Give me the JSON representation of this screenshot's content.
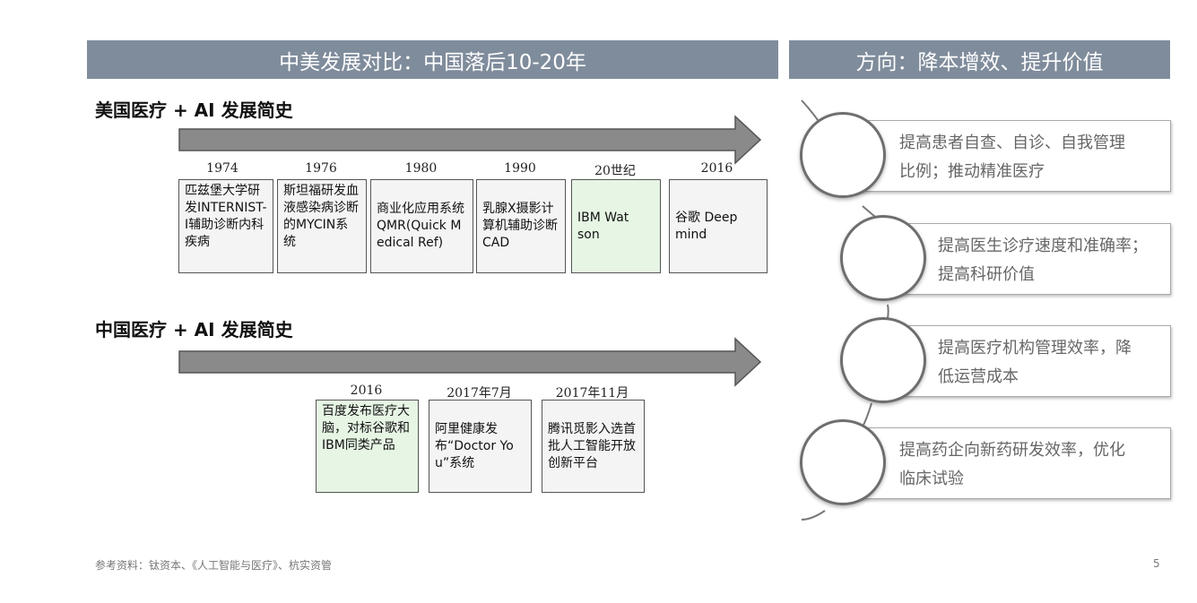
{
  "header": {
    "left_banner": "中美发展对比：中国落后10-20年",
    "right_banner": "方向：降本增效、提升价值"
  },
  "us_timeline": {
    "title": "美国医疗 + AI 发展简史",
    "items": [
      {
        "year": "1974",
        "text": "匹兹堡大学研发INTERNIST-I辅助诊断内科疾病",
        "highlight": false
      },
      {
        "year": "1976",
        "text": "斯坦福研发血液感染病诊断的MYCIN系统",
        "highlight": false
      },
      {
        "year": "1980",
        "text": "商业化应用系统QMR(Quick Medical Ref)",
        "highlight": false
      },
      {
        "year": "1990",
        "text": "乳腺X摄影计算机辅助诊断CAD",
        "highlight": false
      },
      {
        "year": "20世纪",
        "text": "IBM Watson",
        "highlight": true
      },
      {
        "year": "2016",
        "text": "谷歌 Deepmind",
        "highlight": false
      }
    ]
  },
  "cn_timeline": {
    "title": "中国医疗 + AI 发展简史",
    "items": [
      {
        "year": "2016",
        "text": "百度发布医疗大脑，对标谷歌和IBM同类产品",
        "highlight": true
      },
      {
        "year": "2017年7月",
        "text": "阿里健康发布“Doctor You”系统",
        "highlight": false
      },
      {
        "year": "2017年11月",
        "text": "腾讯觅影入选首批人工智能开放创新平台",
        "highlight": false
      }
    ]
  },
  "directions": [
    {
      "line1": "提高患者自查、自诊、自我管理",
      "line2": "比例；推动精准医疗"
    },
    {
      "line1": "提高医生诊疗速度和准确率；",
      "line2": "提高科研价值"
    },
    {
      "line1": "提高医疗机构管理效率，降",
      "line2": "低运营成本"
    },
    {
      "line1": "提高药企向新药研发效率，优化",
      "line2": "临床试验"
    }
  ],
  "footer": {
    "source": "参考资料：钛资本、《人工智能与医疗》、杭实资管",
    "page": "5"
  },
  "colors": {
    "banner": "#7f8c9c",
    "arrow": "#8a8a8a",
    "highlight_box": "#e6f5e4",
    "box": "#f4f4f4"
  }
}
